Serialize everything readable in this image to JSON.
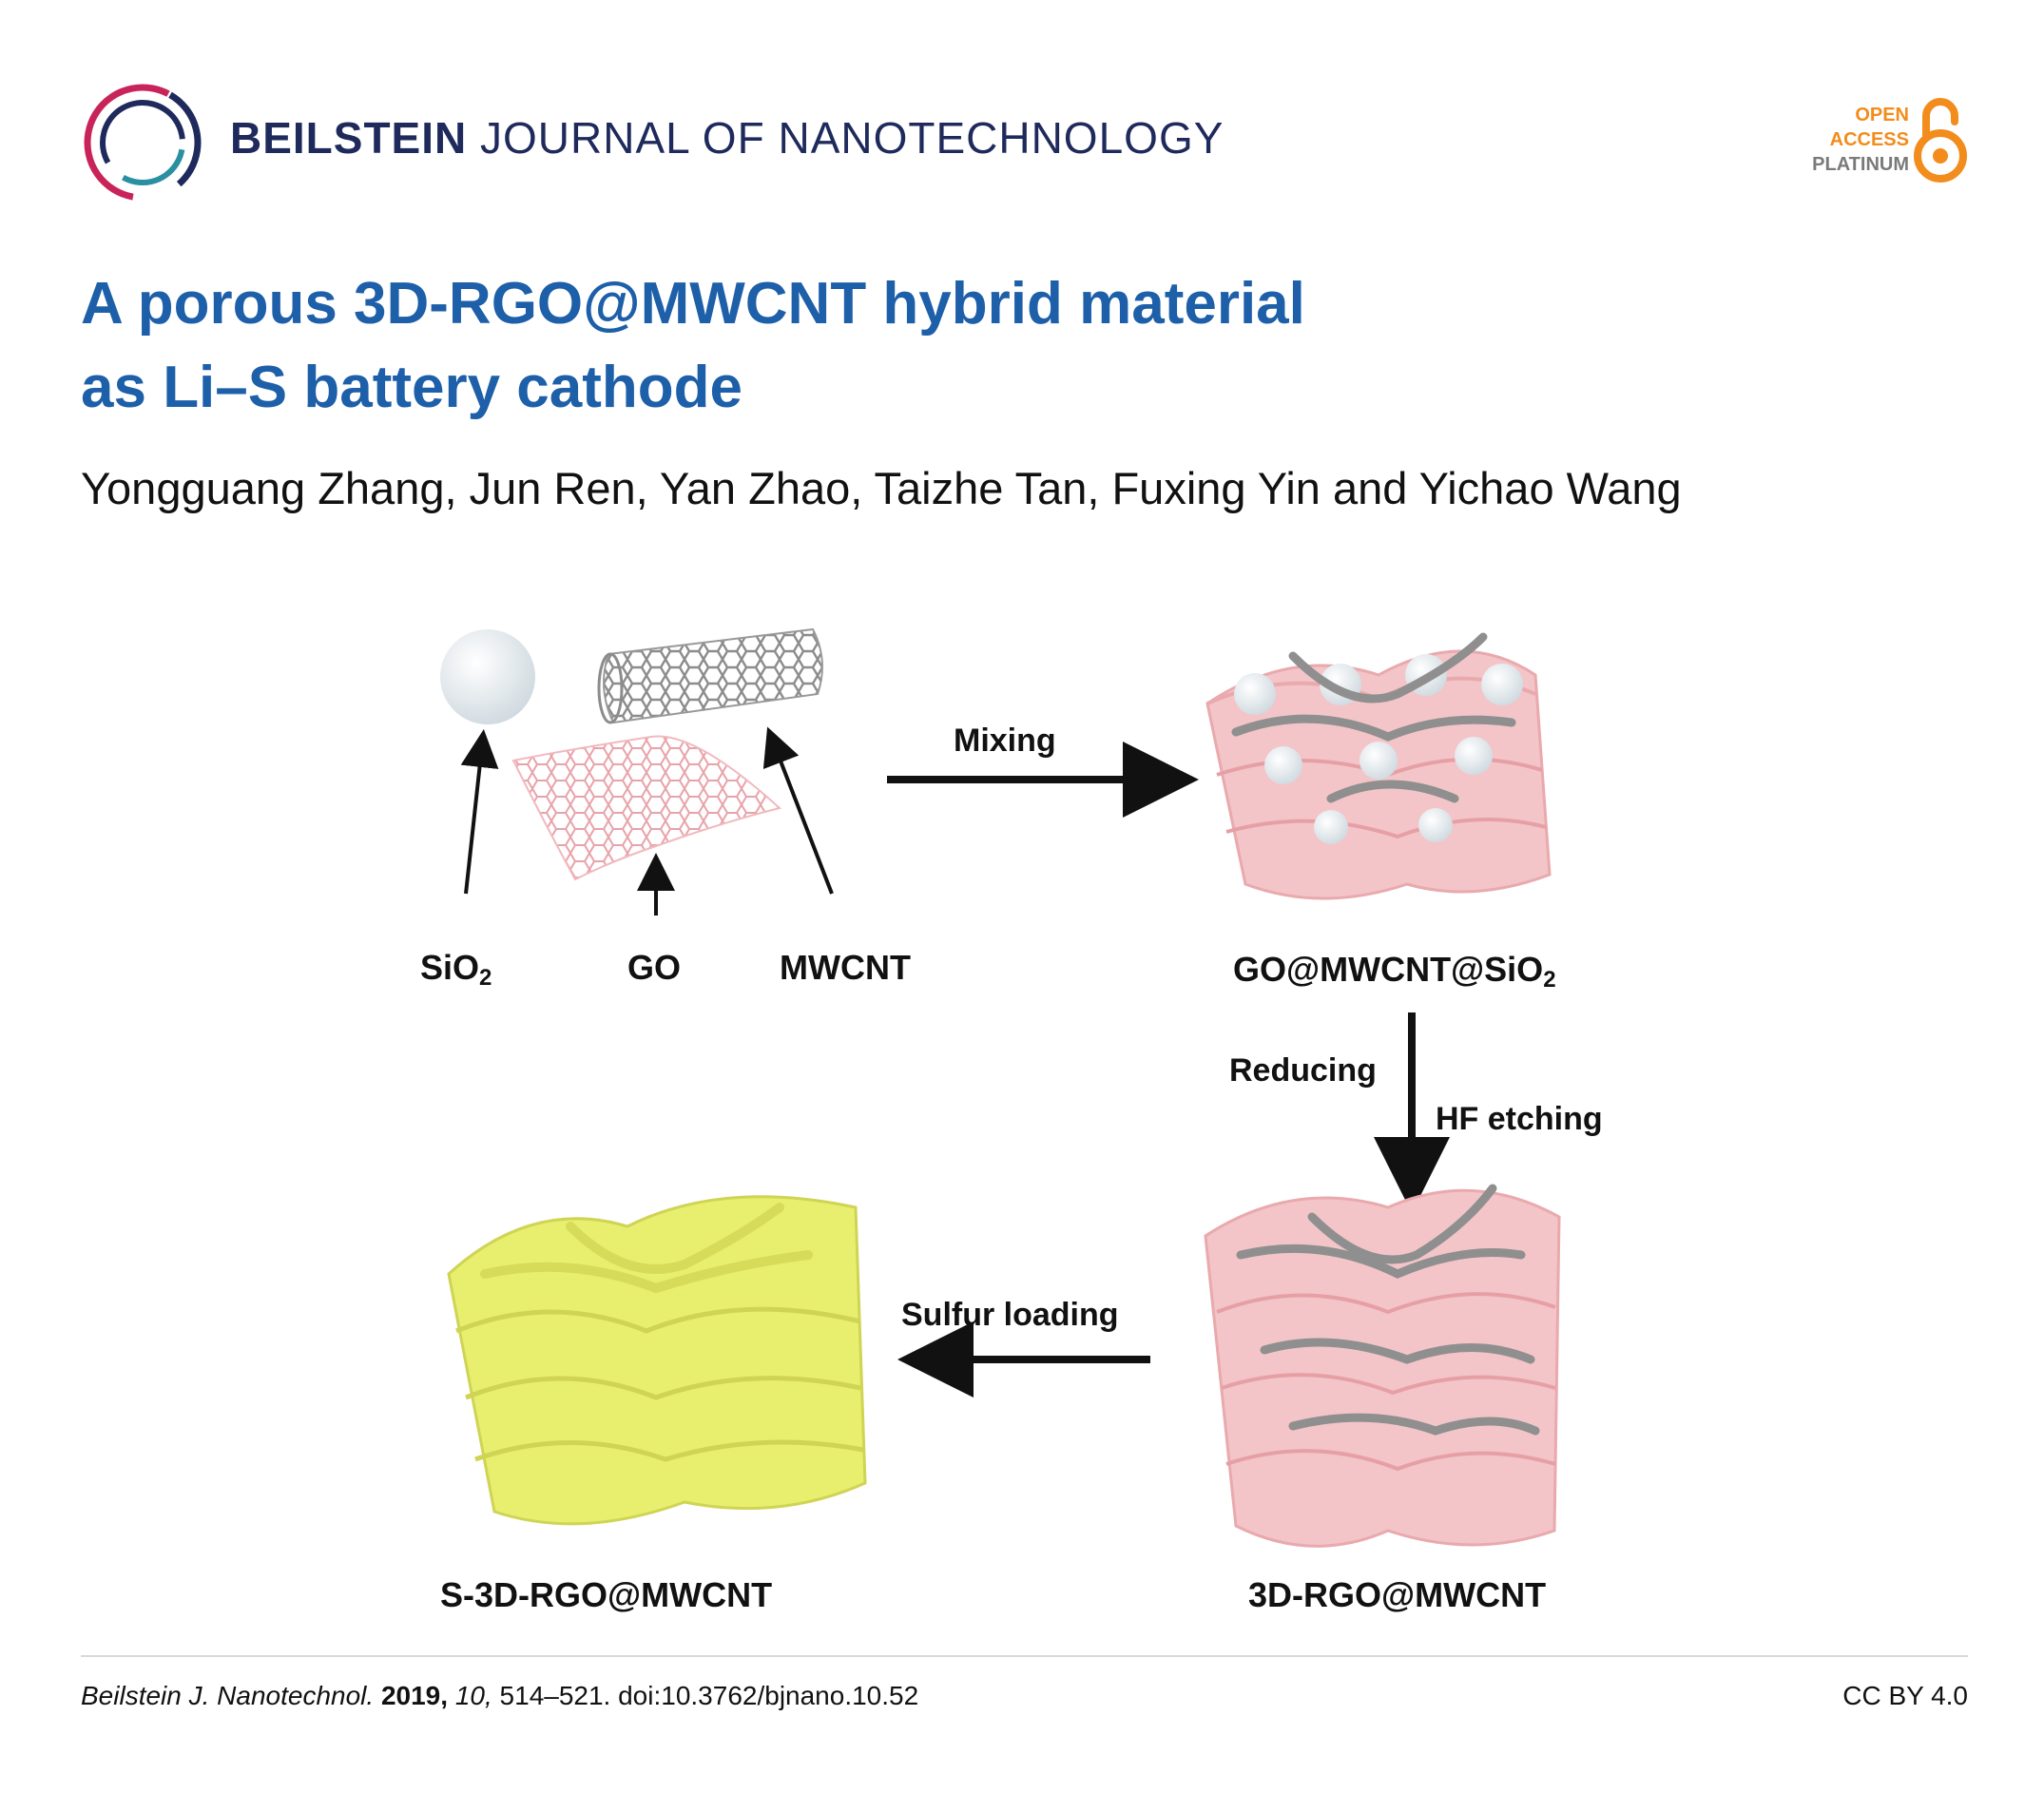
{
  "header": {
    "journal_bold": "BEILSTEIN",
    "journal_rest": "JOURNAL OF NANOTECHNOLOGY",
    "open_access": [
      "OPEN",
      "ACCESS",
      "PLATINUM"
    ]
  },
  "article": {
    "title_line1": "A porous 3D-RGO@MWCNT hybrid material",
    "title_line2": "as Li–S battery cathode",
    "authors": "Yongguang Zhang, Jun Ren, Yan Zhao, Taizhe Tan, Fuxing Yin and Yichao Wang"
  },
  "figure": {
    "label_sio2": "SiO",
    "label_sio2_sub": "2",
    "label_go": "GO",
    "label_mwcnt": "MWCNT",
    "label_mixing": "Mixing",
    "label_composite": "GO@MWCNT@SiO",
    "label_composite_sub": "2",
    "label_reducing": "Reducing",
    "label_hf": "HF etching",
    "label_3d": "3D-RGO@MWCNT",
    "label_sulfur": "Sulfur loading",
    "label_s3d": "S-3D-RGO@MWCNT"
  },
  "footer": {
    "journal_abbrev": "Beilstein J. Nanotechnol.",
    "year": "2019,",
    "volume": "10,",
    "pages_doi": "514–521. doi:10.3762/bjnano.10.52",
    "license": "CC BY 4.0"
  },
  "colors": {
    "title_blue": "#1d5fa8",
    "journal_navy": "#1f2a5c",
    "oa_orange": "#f28c1c",
    "rgo_pink": "#efb3b5",
    "sulfur_yellow": "#e8ee6e"
  }
}
